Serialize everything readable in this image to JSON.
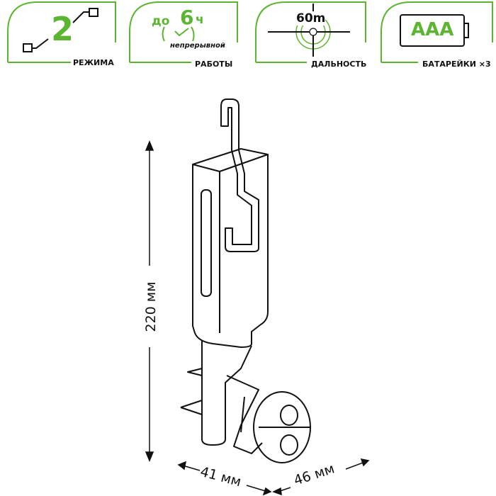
{
  "features": [
    {
      "value": "2",
      "label": "РЕЖИМА",
      "icon": "mode-switch-icon"
    },
    {
      "prefix": "до",
      "value": "6",
      "unit": "ч",
      "sub": "непрерывной",
      "label": "РАБОТЫ",
      "icon": "clock-icon"
    },
    {
      "value": "60m",
      "label": "ДАЛЬНОСТЬ",
      "icon": "crosshair-icon"
    },
    {
      "value": "AAA",
      "label": "БАТАРЕЙКИ ×3",
      "icon": "battery-icon"
    }
  ],
  "dimensions": {
    "height": "220 мм",
    "width": "41 мм",
    "depth": "46 мм"
  },
  "colors": {
    "accent": "#5cb531",
    "line": "#111111"
  }
}
